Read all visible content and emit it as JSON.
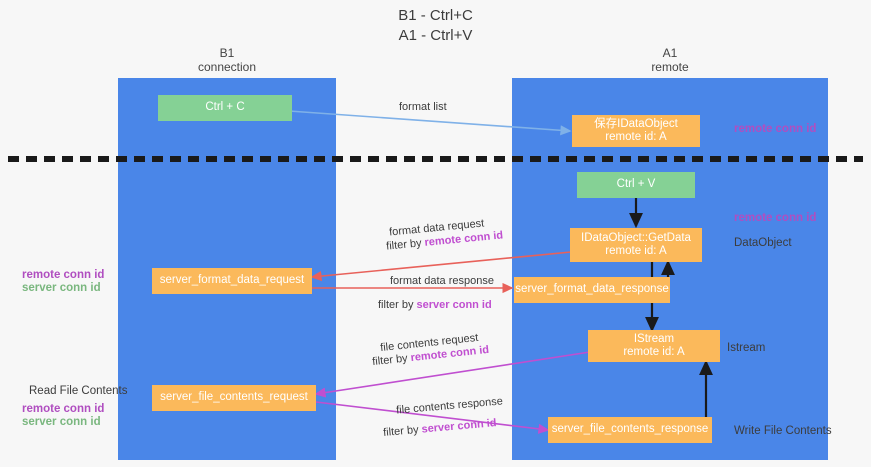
{
  "title": "B1 - Ctrl+C\nA1 - Ctrl+V",
  "colors": {
    "lane": "#4a86e8",
    "node_green": "#85d195",
    "node_orange": "#fbb95b",
    "remote_conn_id": "#b04ec0",
    "server_conn_id": "#7ab77f",
    "arrow_blue": "#7fb1e8",
    "arrow_red": "#e8615a",
    "arrow_magenta": "#c04fd0",
    "arrow_black": "#1a1a1a",
    "background": "#f7f7f7"
  },
  "lanes": [
    {
      "id": "b1",
      "title": "B1\nconnection"
    },
    {
      "id": "a1",
      "title": "A1\nremote"
    }
  ],
  "nodes": [
    {
      "id": "ctrl-c",
      "label": "Ctrl + C"
    },
    {
      "id": "idataobject-store",
      "label": "保存IDataObject\nremote id: A"
    },
    {
      "id": "ctrl-v",
      "label": "Ctrl + V"
    },
    {
      "id": "idataobject-getdata",
      "label": "IDataObject::GetData\nremote id: A"
    },
    {
      "id": "server-format-data-request",
      "label": "server_format_data_request"
    },
    {
      "id": "server-format-data-response",
      "label": "server_format_data_response"
    },
    {
      "id": "istream",
      "label": "IStream\nremote id: A"
    },
    {
      "id": "server-file-contents-request",
      "label": "server_file_contents_request"
    },
    {
      "id": "server-file-contents-response",
      "label": "server_file_contents_response"
    }
  ],
  "edge_labels": {
    "format_list": "format list",
    "format_data_request": "format data request",
    "format_data_request_filter_prefix": "filter by ",
    "format_data_request_filter_key": "remote conn id",
    "format_data_response": "format data response",
    "format_data_response_filter_prefix": "filter by ",
    "format_data_response_filter_key": "server conn id",
    "file_contents_request": "file contents request",
    "file_contents_request_filter_prefix": "filter by ",
    "file_contents_request_filter_key": "remote conn id",
    "file_contents_response": "file contents response",
    "file_contents_response_filter_prefix": "filter by ",
    "file_contents_response_filter_key": "server conn id"
  },
  "side_labels": {
    "right_remote_conn_id_top": "remote conn id",
    "right_remote_conn_id_mid": "remote conn id",
    "right_dataobject": "DataObject",
    "right_istream": "Istream",
    "right_write_file_contents": "Write File Contents",
    "left_remote_conn_id_1": "remote conn id",
    "left_server_conn_id_1": "server conn id",
    "left_read_file_contents": "Read File Contents",
    "left_remote_conn_id_2": "remote conn id",
    "left_server_conn_id_2": "server conn id"
  }
}
